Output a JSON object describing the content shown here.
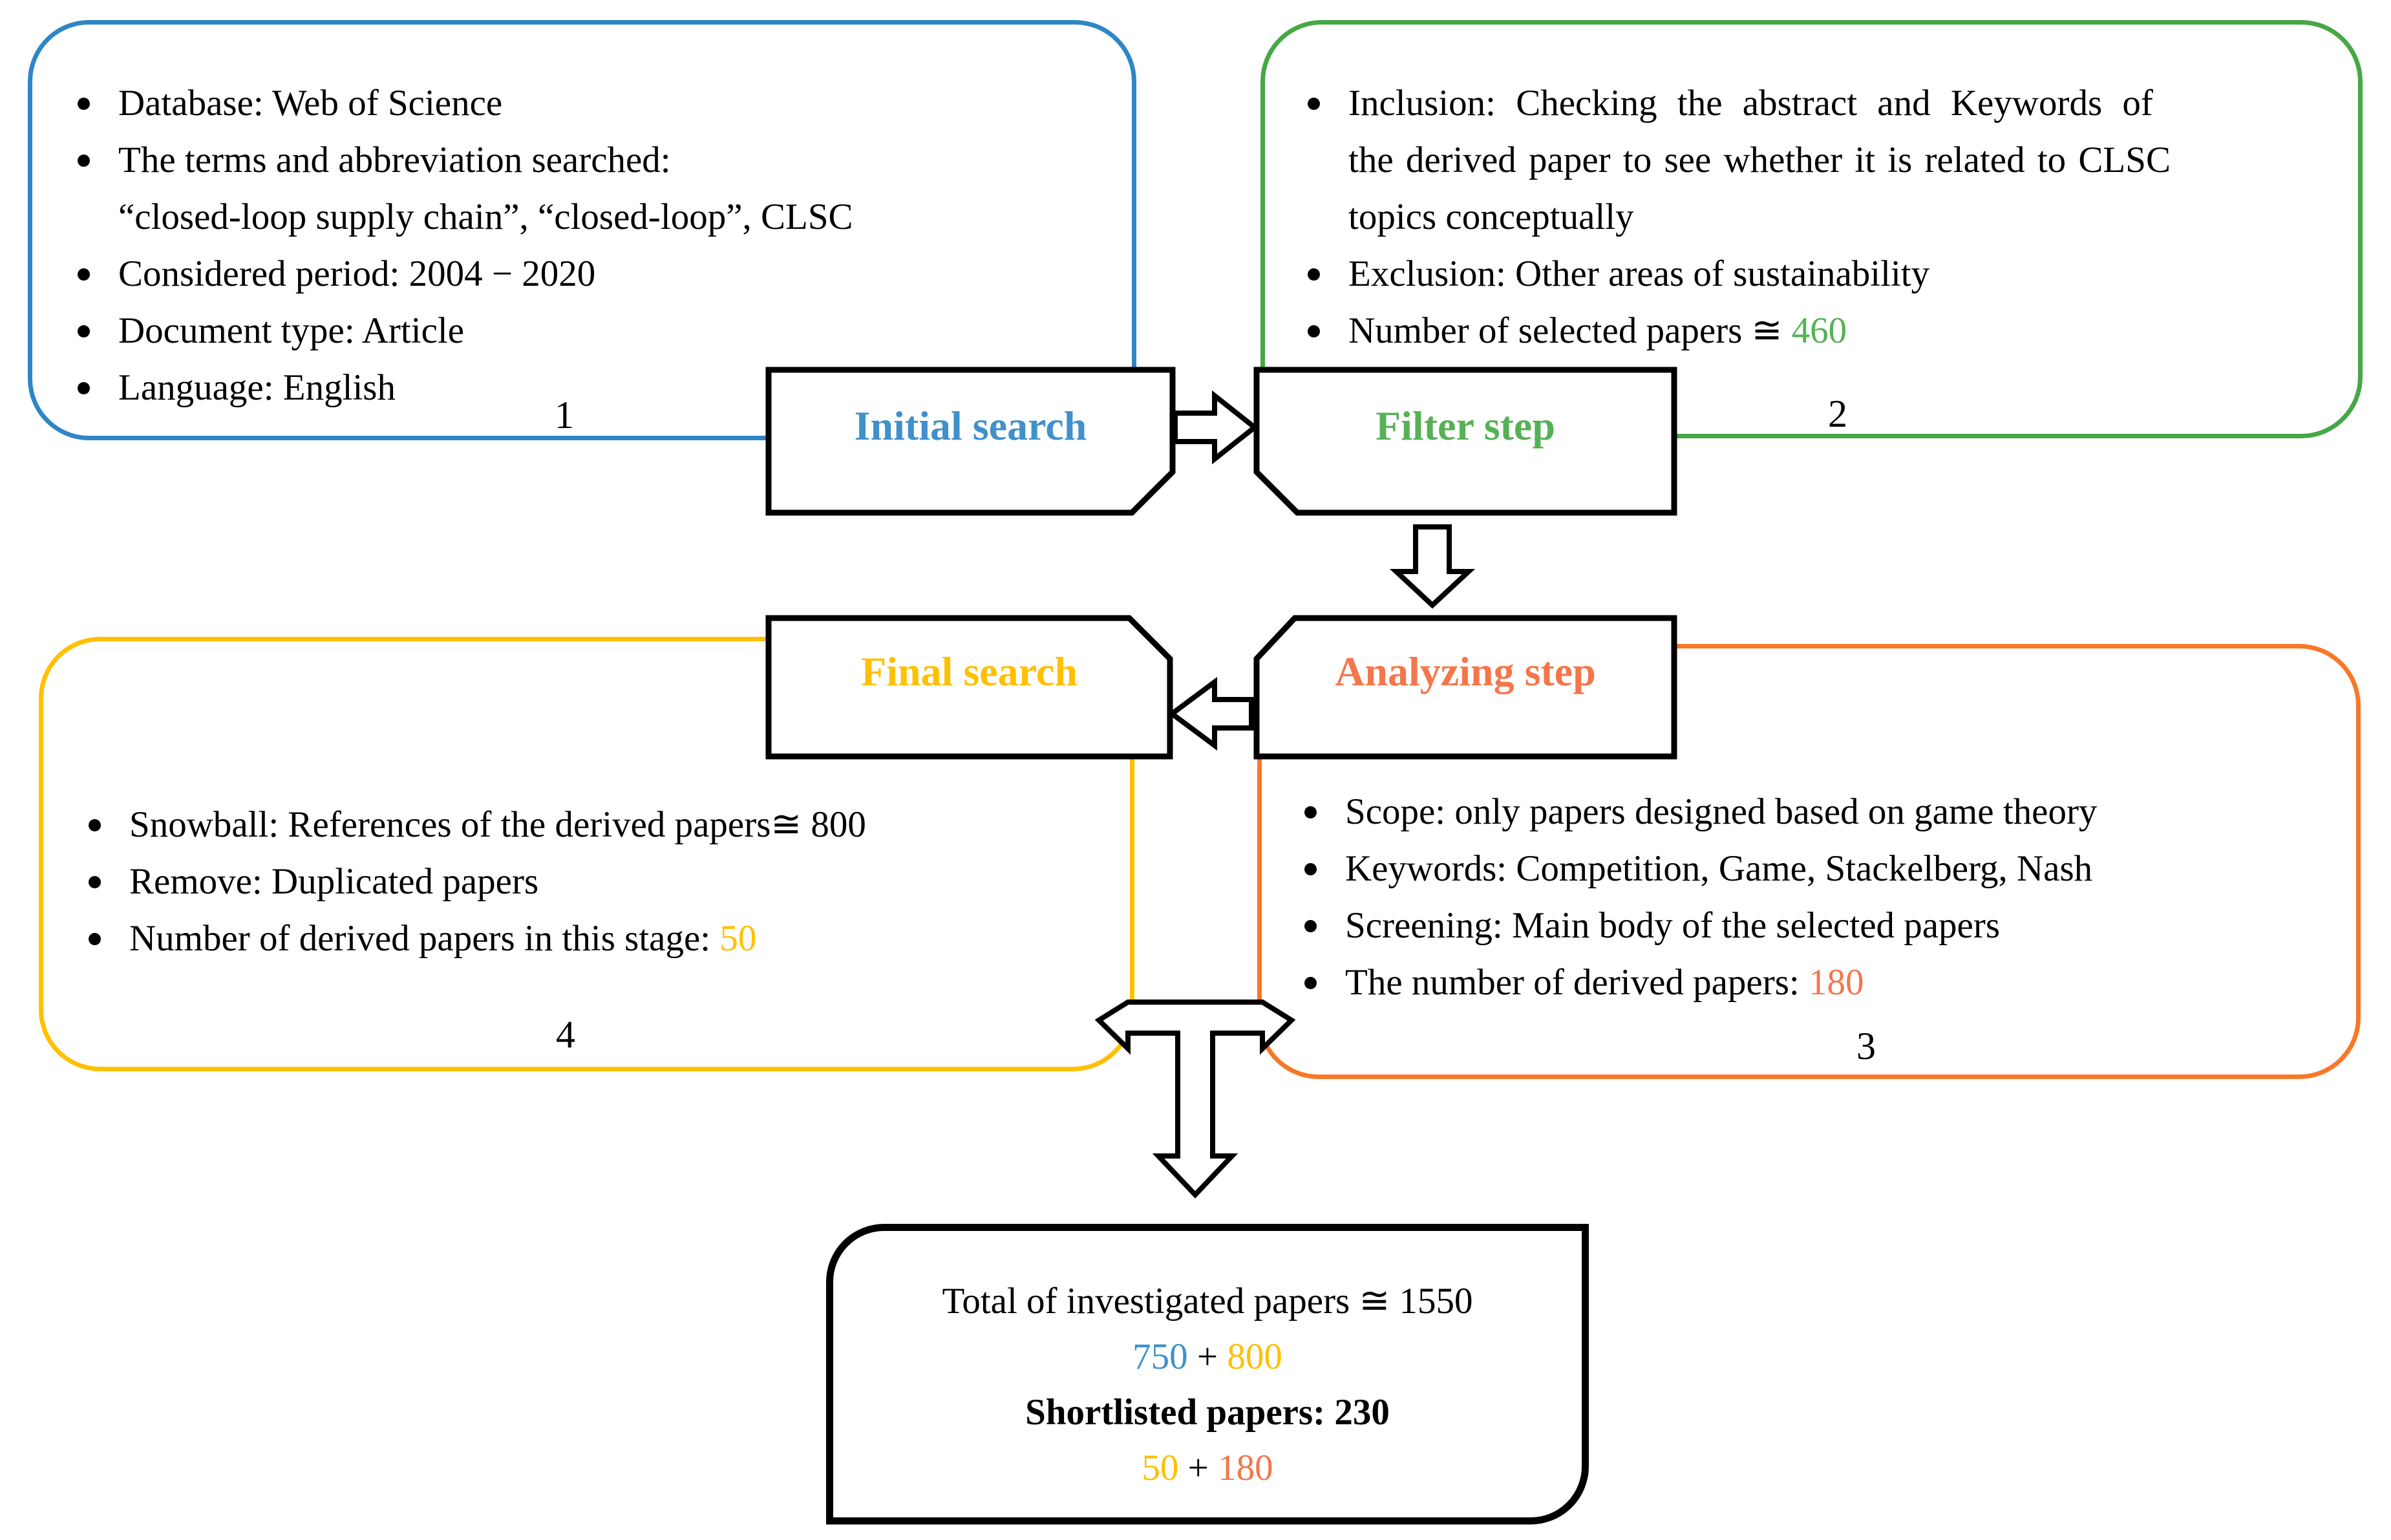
{
  "colors": {
    "blue_border": "#2E86C6",
    "blue_text": "#4090CB",
    "green_border": "#45A845",
    "green_text": "#56B156",
    "gold": "#FFC000",
    "orange_border": "#F97728",
    "orange_text": "#F4764B",
    "box_outline": "#000000"
  },
  "steps": {
    "initial_search": {
      "label": "Initial search"
    },
    "filter_step": {
      "label": "Filter step"
    },
    "final_search": {
      "label": "Final search"
    },
    "analyzing_step": {
      "label": "Analyzing step"
    }
  },
  "panels": {
    "initial_criteria": {
      "number": "1",
      "bullets": {
        "b0": {
          "text": "Database: Web of Science"
        },
        "b1": {
          "lines": [
            "The terms and abbreviation searched:",
            "“closed-loop supply chain”, “closed-loop”, CLSC"
          ]
        },
        "b2": {
          "text": "Considered period: 2004 − 2020"
        },
        "b3": {
          "text": "Document type: Article"
        },
        "b4": {
          "text": "Language: English"
        }
      }
    },
    "filter_criteria": {
      "number": "2",
      "bullets": {
        "b0": {
          "lines": [
            "Inclusion: Checking the abstract and Keywords of",
            "the derived paper to see whether it is related to CLSC",
            "topics conceptually"
          ]
        },
        "b1": {
          "text": "Exclusion: Other areas of sustainability"
        },
        "b2": {
          "text": "Number of selected papers ≅ ",
          "value": "460"
        }
      }
    },
    "analyzing_criteria": {
      "number": "3",
      "bullets": {
        "b0": {
          "text": "Scope: only papers designed based on game theory"
        },
        "b1": {
          "text": "Keywords: Competition, Game, Stackelberg, Nash"
        },
        "b2": {
          "text": "Screening: Main body of the selected papers"
        },
        "b3": {
          "text": "The number of derived papers: ",
          "value": "180"
        }
      }
    },
    "final_criteria": {
      "number": "4",
      "bullets": {
        "b0": {
          "text": "Snowball: References of the derived papers≅ 800"
        },
        "b1": {
          "text": "Remove: Duplicated papers"
        },
        "b2": {
          "text": "Number of derived papers in this stage: ",
          "value": "50"
        }
      }
    }
  },
  "summary": {
    "line1": "Total of investigated papers ≅ 1550",
    "line2": {
      "a": "750",
      "op": " + ",
      "b": "800"
    },
    "line3": "Shortlisted papers: 230",
    "line4": {
      "a": "50",
      "op": " + ",
      "b": "180"
    }
  }
}
